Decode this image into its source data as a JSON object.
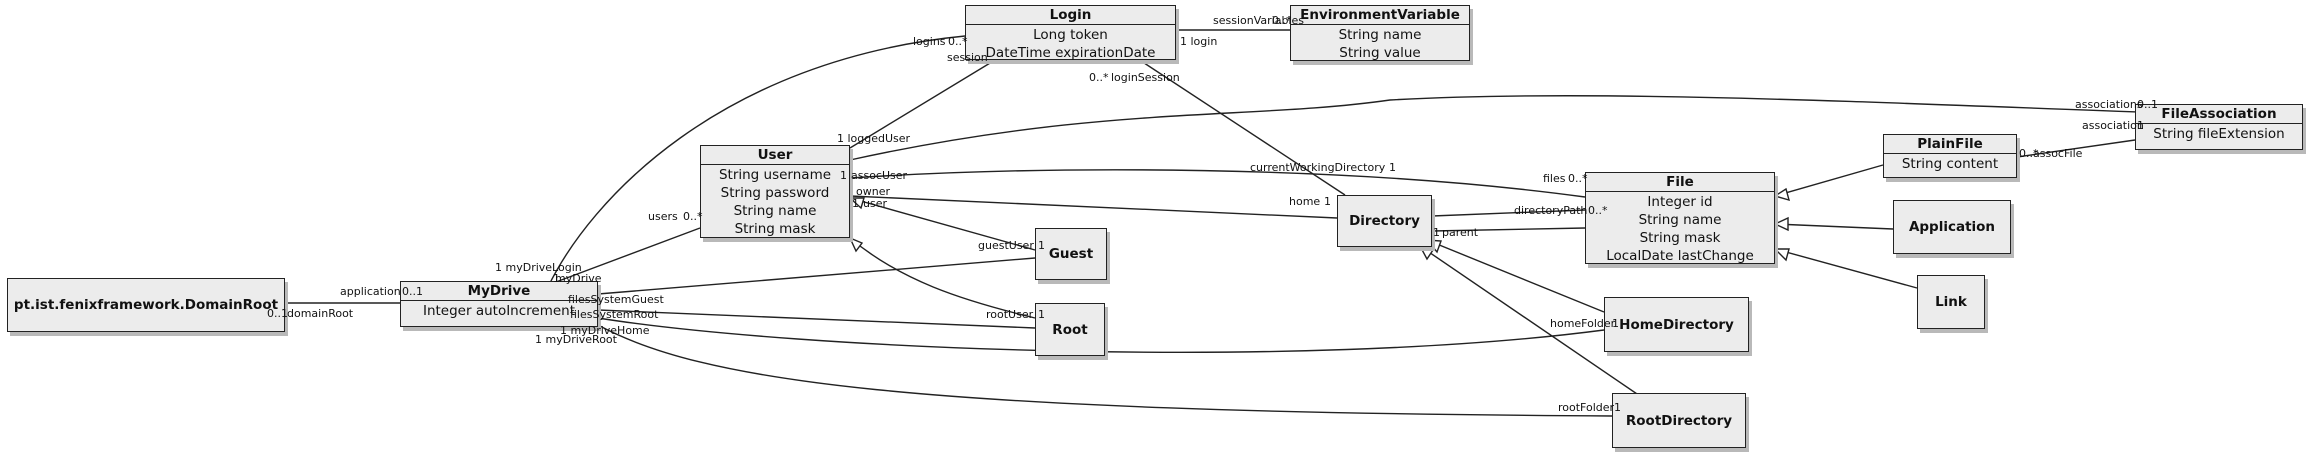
{
  "classes": {
    "domain_root": {
      "name": "pt.ist.fenixframework.DomainRoot"
    },
    "my_drive": {
      "name": "MyDrive",
      "attributes": [
        "Integer autoIncrement"
      ]
    },
    "login": {
      "name": "Login",
      "attributes": [
        "Long token",
        "DateTime expirationDate"
      ]
    },
    "environment_variable": {
      "name": "EnvironmentVariable",
      "attributes": [
        "String name",
        "String value"
      ]
    },
    "user": {
      "name": "User",
      "attributes": [
        "String username",
        "String password",
        "String name",
        "String mask"
      ]
    },
    "guest": {
      "name": "Guest"
    },
    "root": {
      "name": "Root"
    },
    "directory": {
      "name": "Directory"
    },
    "file": {
      "name": "File",
      "attributes": [
        "Integer id",
        "String name",
        "String mask",
        "LocalDate lastChange"
      ]
    },
    "plain_file": {
      "name": "PlainFile",
      "attributes": [
        "String content"
      ]
    },
    "file_association": {
      "name": "FileAssociation",
      "attributes": [
        "String fileExtension"
      ]
    },
    "application": {
      "name": "Application"
    },
    "link": {
      "name": "Link"
    },
    "home_directory": {
      "name": "HomeDirectory"
    },
    "root_directory": {
      "name": "RootDirectory"
    }
  },
  "labels": {
    "application": "application",
    "mult_0_1_a": "0..1",
    "domain_root": "domainRoot",
    "mult_0_1_b": "0..1",
    "logins": "logins",
    "mult_0_star_a": "0..*",
    "session": "session",
    "one_login": "1 login",
    "session_variables": "sessionVariables",
    "mult_0_star_b": "0..*",
    "mult_0_star_c": "0..*",
    "login_session": "loginSession",
    "one_logged_user": "1 loggedUser",
    "assoc_user": "assocUser",
    "one_a": "1",
    "owner": "owner",
    "user_lbl": "user",
    "one_b": "1",
    "users": "users",
    "mult_0_star_d": "0..*",
    "one_my_drive_login": "1 myDriveLogin",
    "my_drive": "myDrive",
    "one_c": "1",
    "files_system_guest": "filesSystemGuest",
    "files_system_root": "filesSystemRoot",
    "one_my_drive_home": "1 myDriveHome",
    "one_my_drive_root": "1 myDriveRoot",
    "guest_user": "guestUser",
    "one_d": "1",
    "root_user": "rootUser",
    "one_e": "1",
    "current_working_directory": "currentWorkingDirectory",
    "one_f": "1",
    "home": "home",
    "one_g": "1",
    "files": "files",
    "mult_0_star_e": "0..*",
    "directory_path": "directoryPath",
    "mult_0_star_f": "0..*",
    "parent": "parent",
    "one_h": "1",
    "associations": "associations",
    "mult_0_1_c": "0..1",
    "association": "association",
    "one_i": "1",
    "mult_0_star_g": "0..*",
    "assoc_file": "assocFile",
    "home_folder": "homeFolder",
    "one_j": "1",
    "root_folder": "rootFolder",
    "one_k": "1"
  }
}
